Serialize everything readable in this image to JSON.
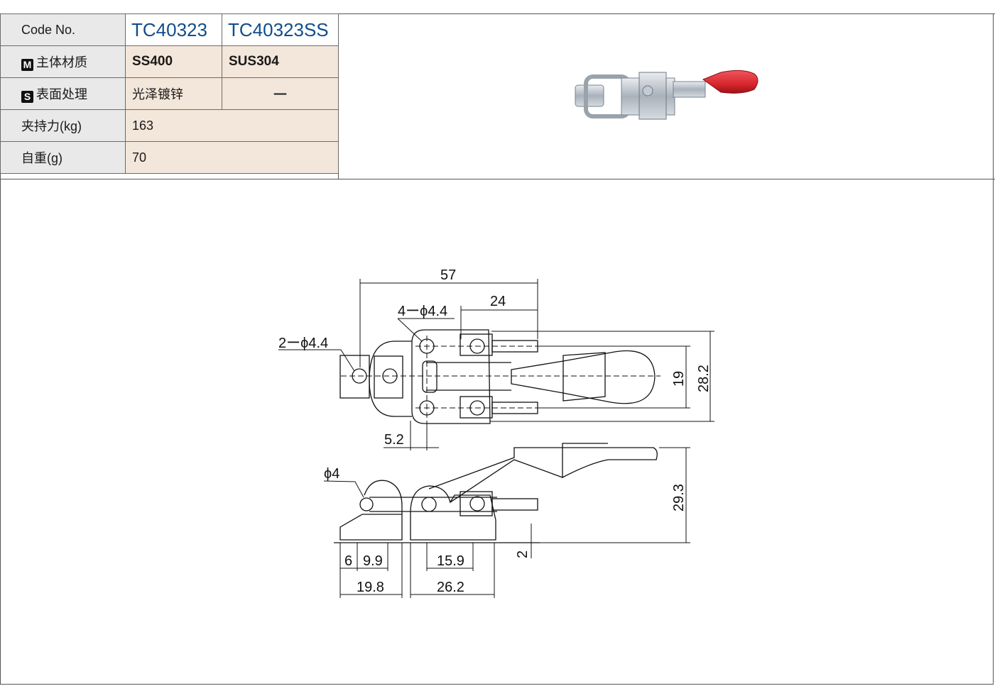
{
  "table": {
    "code_label": "Code No.",
    "codes": [
      "TC40323",
      "TC40323SS"
    ],
    "material_badge": "M",
    "material_label": "主体材质",
    "materials": [
      "SS400",
      "SUS304"
    ],
    "surface_badge": "S",
    "surface_label": "表面处理",
    "surfaces": [
      "光泽镀锌",
      "ー"
    ],
    "force_label": "夹持力(kg)",
    "force_value": "163",
    "weight_label": "自重(g)",
    "weight_value": "70"
  },
  "drawing": {
    "dims": {
      "d57": "57",
      "d24": "24",
      "holes4": "4ーϕ4.4",
      "holes2": "2ーϕ4.4",
      "d19": "19",
      "d28_2": "28.2",
      "d5_2": "5.2",
      "phi4": "ϕ4",
      "d29_3": "29.3",
      "d2": "2",
      "d6": "6",
      "d9_9": "9.9",
      "d15_9": "15.9",
      "d19_8": "19.8",
      "d26_2": "26.2"
    }
  },
  "colors": {
    "code_blue": "#0e4d8c",
    "value_bg": "#f3e6da",
    "label_bg": "#e9e9e9",
    "handle_red": "#d8262e"
  }
}
